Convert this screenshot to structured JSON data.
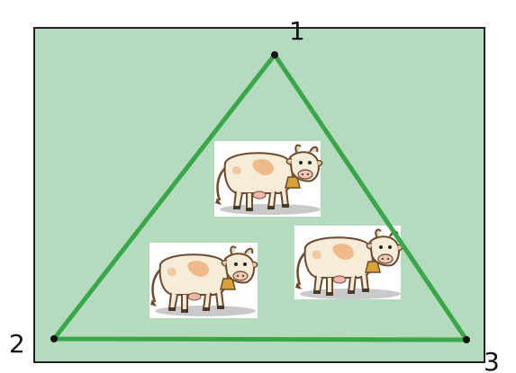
{
  "diagram": {
    "field_color": "#b5dbbf",
    "field_border_color": "#222222",
    "triangle_color": "#3aa64a",
    "vertex_color": "#111111",
    "vertices": [
      {
        "label": "1"
      },
      {
        "label": "2"
      },
      {
        "label": "3"
      }
    ],
    "cows": [
      {
        "icon": "cow-icon"
      },
      {
        "icon": "cow-icon"
      },
      {
        "icon": "cow-icon"
      }
    ]
  }
}
